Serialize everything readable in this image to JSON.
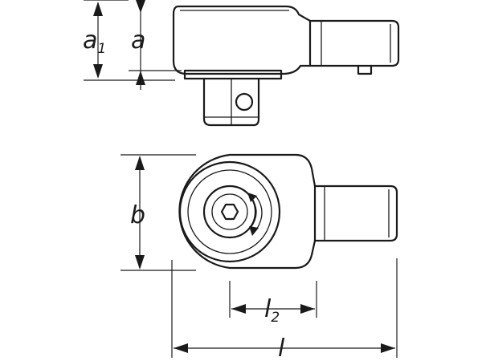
{
  "dimensions": {
    "a1": {
      "symbol": "a",
      "subscript": "1"
    },
    "a": {
      "symbol": "a"
    },
    "b": {
      "symbol": "b"
    },
    "l2": {
      "symbol": "l",
      "subscript": "2"
    },
    "l": {
      "symbol": "l"
    }
  },
  "colors": {
    "line": "#1a1a1a",
    "background": "#ffffff"
  },
  "icons": {
    "rotation": "rotation-arrows-icon",
    "hex": "hex-socket-icon"
  }
}
